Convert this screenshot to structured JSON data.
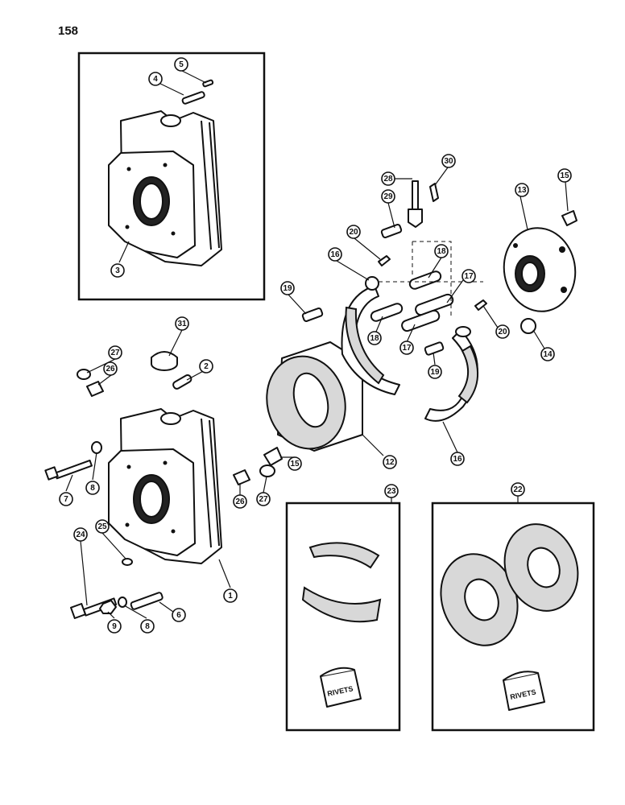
{
  "page_number": "158",
  "kit_label": "RIVETS",
  "callouts": [
    "1",
    "2",
    "3",
    "4",
    "5",
    "6",
    "7",
    "8",
    "8",
    "9",
    "12",
    "13",
    "14",
    "15",
    "15",
    "16",
    "16",
    "17",
    "17",
    "18",
    "18",
    "19",
    "19",
    "20",
    "20",
    "22",
    "23",
    "24",
    "25",
    "26",
    "26",
    "27",
    "27",
    "28",
    "29",
    "30",
    "31"
  ]
}
